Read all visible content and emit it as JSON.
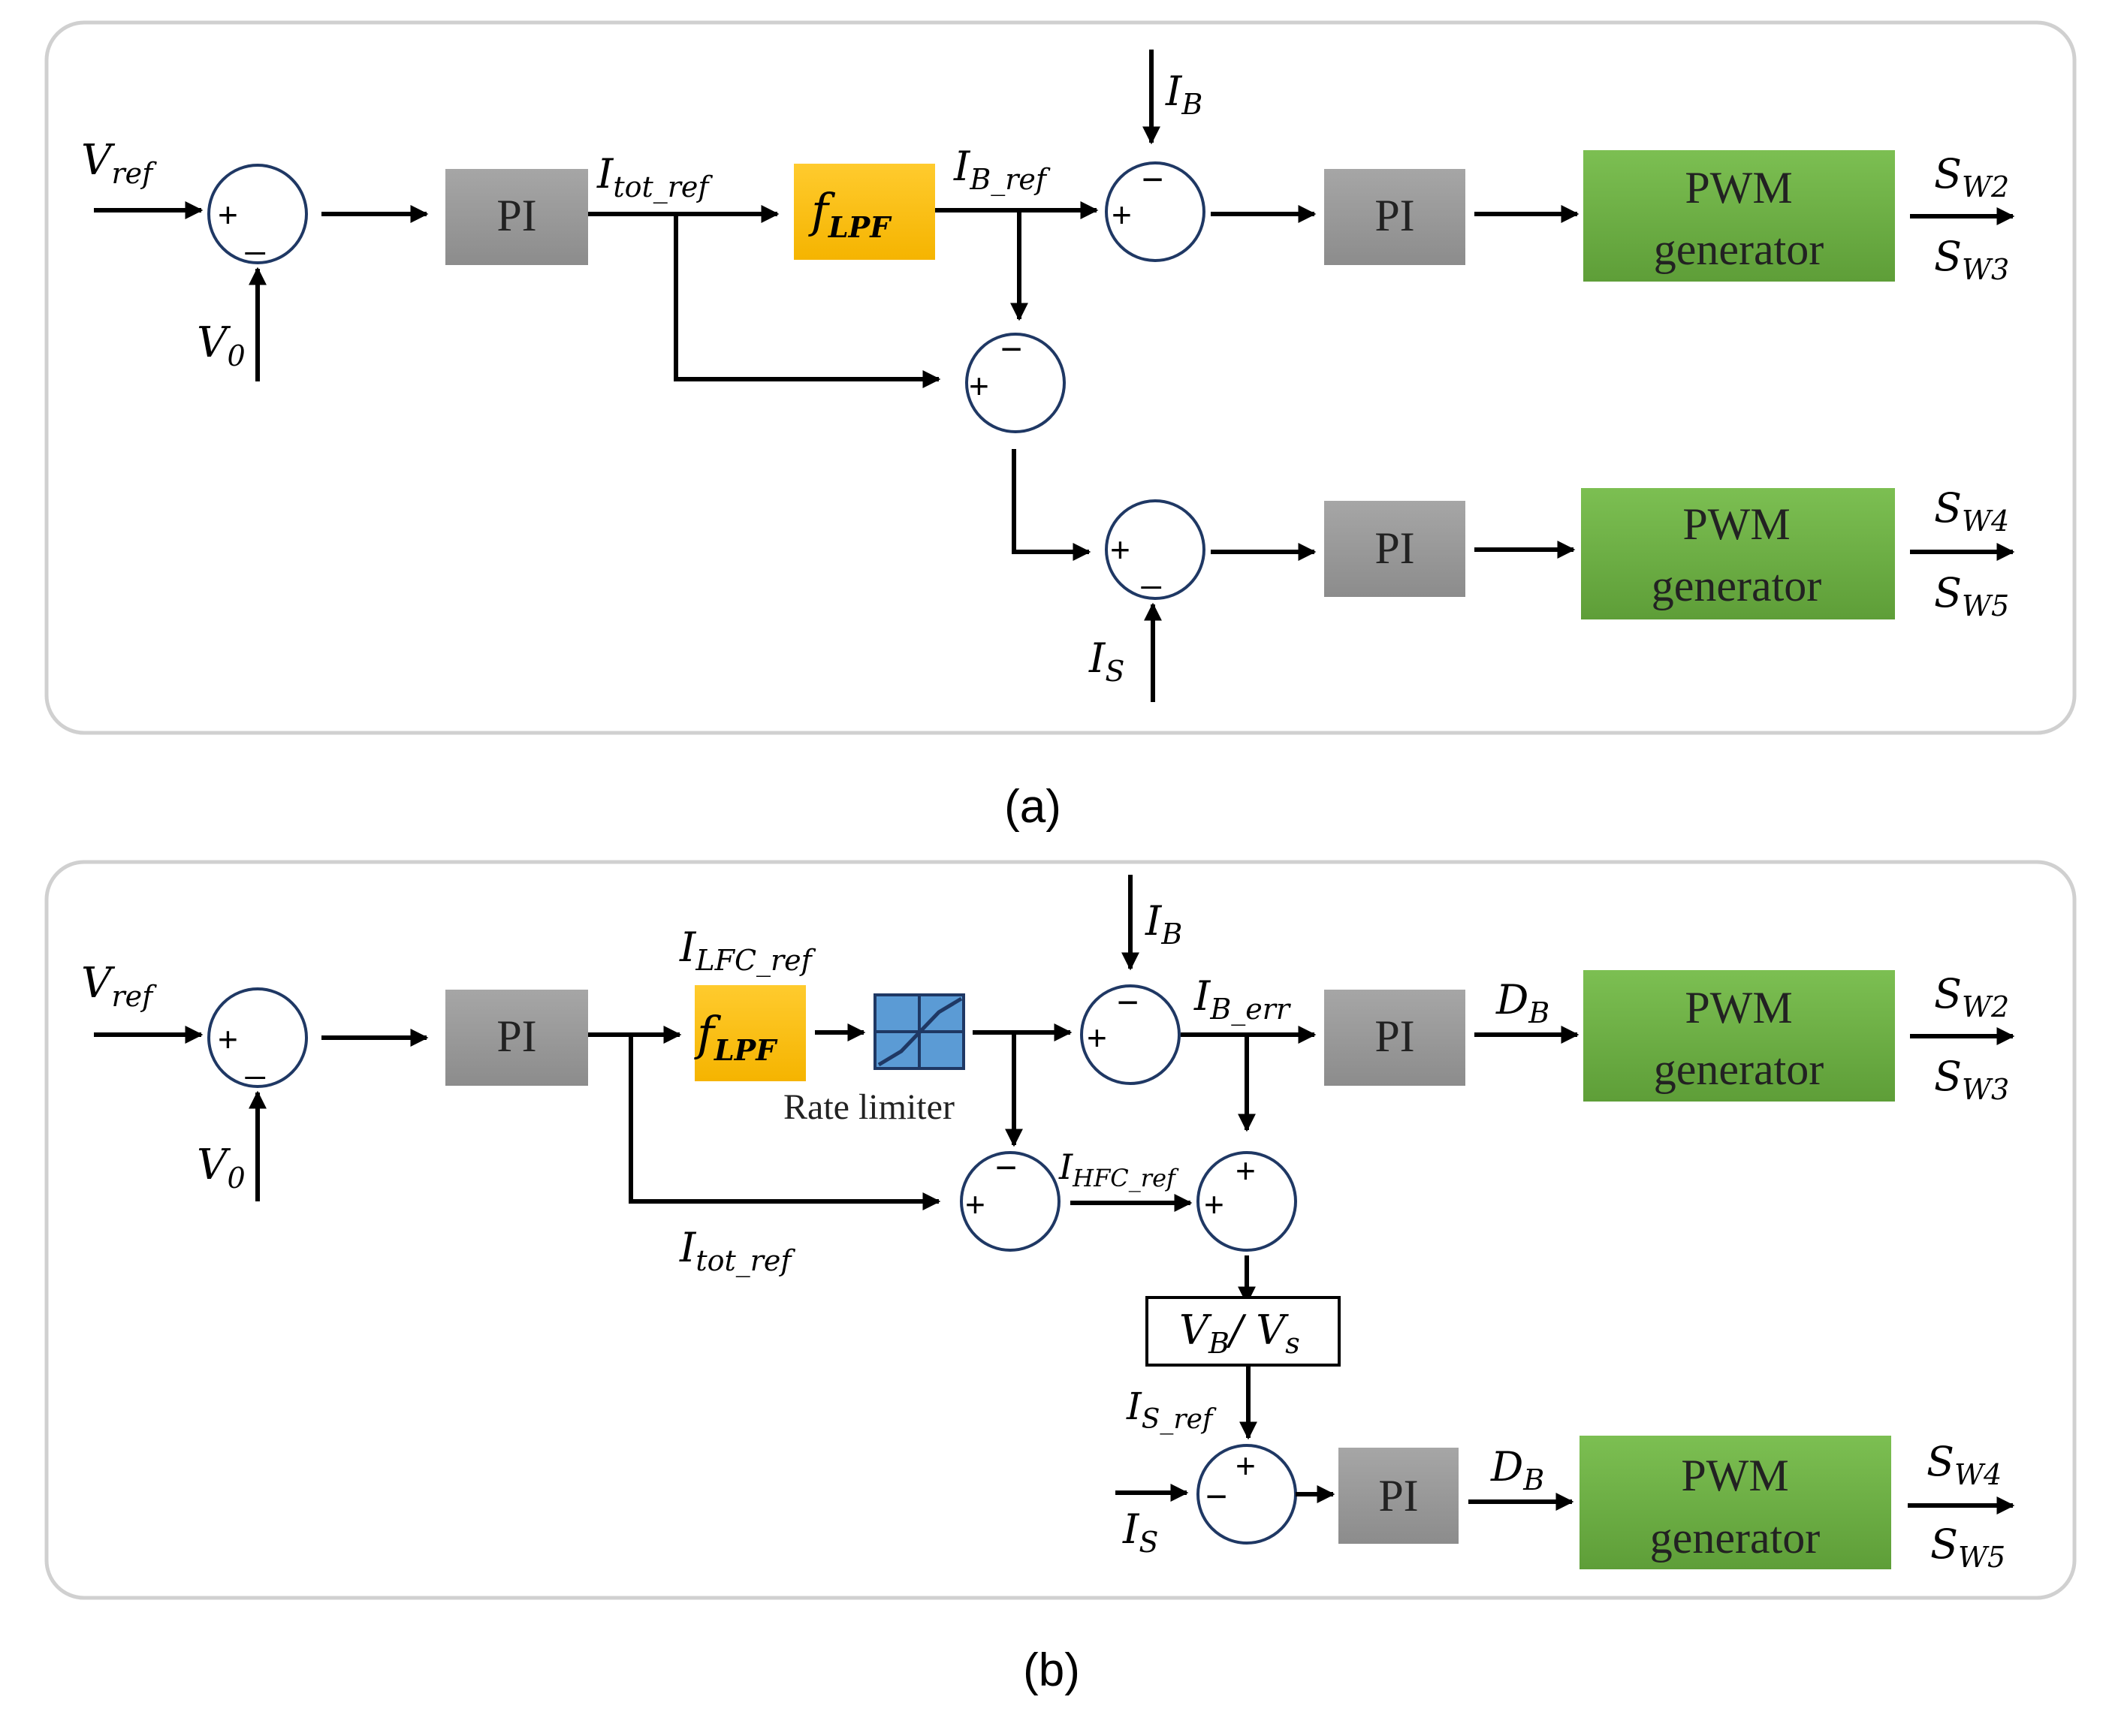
{
  "panel_a": {
    "caption": "(a)",
    "v_ref": "V",
    "v_ref_sub": "ref",
    "v0": "V",
    "v0_sub": "0",
    "pi1": "PI",
    "i_tot_ref": "I",
    "i_tot_ref_sub": "tot_ref",
    "lpf": "f",
    "lpf_sub": "LPF",
    "i_b_ref": "I",
    "i_b_ref_sub": "B_ref",
    "i_b": "I",
    "i_b_sub": "B",
    "pi2": "PI",
    "pwm1_line1": "PWM",
    "pwm1_line2": "generator",
    "sw2": "S",
    "sw2_sub": "W2",
    "sw3": "S",
    "sw3_sub": "W3",
    "pi3": "PI",
    "i_s": "I",
    "i_s_sub": "S",
    "pwm2_line1": "PWM",
    "pwm2_line2": "generator",
    "sw4": "S",
    "sw4_sub": "W4",
    "sw5": "S",
    "sw5_sub": "W5"
  },
  "panel_b": {
    "caption": "(b)",
    "v_ref": "V",
    "v_ref_sub": "ref",
    "v0": "V",
    "v0_sub": "0",
    "pi1": "PI",
    "i_lfc_ref": "I",
    "i_lfc_ref_sub": "LFC_ref",
    "lpf": "f",
    "lpf_sub": "LPF",
    "rate_limiter": "Rate limiter",
    "i_b": "I",
    "i_b_sub": "B",
    "i_b_err": "I",
    "i_b_err_sub": "B_err",
    "pi2": "PI",
    "d_b1": "D",
    "d_b1_sub": "B",
    "pwm1_line1": "PWM",
    "pwm1_line2": "generator",
    "sw2": "S",
    "sw2_sub": "W2",
    "sw3": "S",
    "sw3_sub": "W3",
    "i_tot_ref": "I",
    "i_tot_ref_sub": "tot_ref",
    "i_hfc_ref": "I",
    "i_hfc_ref_sub": "HFC_ref",
    "ratio_num": "V",
    "ratio_num_sub": "B",
    "ratio_slash": "/ ",
    "ratio_den": "V",
    "ratio_den_sub": "s",
    "i_s_ref": "I",
    "i_s_ref_sub": "S_ref",
    "i_s": "I",
    "i_s_sub": "S",
    "pi3": "PI",
    "d_b2": "D",
    "d_b2_sub": "B",
    "pwm2_line1": "PWM",
    "pwm2_line2": "generator",
    "sw4": "S",
    "sw4_sub": "W4",
    "sw5": "S",
    "sw5_sub": "W5"
  },
  "signs": {
    "plus": "+",
    "minus": "−",
    "underscore_minus": "_"
  },
  "colors": {
    "pi_block": "#9b9b9b",
    "lpf_block": "#ffc000",
    "pwm_block": "#70ad47",
    "rate_limiter": "#5b9bd5",
    "sum_outline": "#1f3864",
    "panel_border": "#d0d0d0"
  }
}
